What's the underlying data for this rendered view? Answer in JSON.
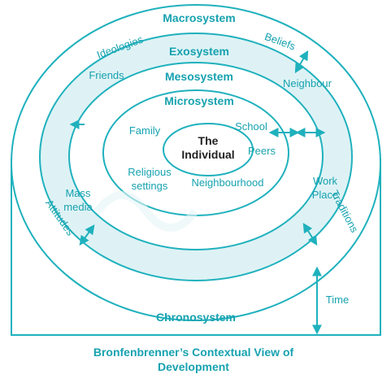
{
  "caption": {
    "line1": "Bronfenbrenner’s Contextual View of",
    "line2": "Development"
  },
  "systems": {
    "macrosystem": "Macrosystem",
    "exosystem": "Exosystem",
    "mesosystem": "Mesosystem",
    "microsystem": "Microsystem",
    "chronosystem": "Chronosystem"
  },
  "core": {
    "line1": "The",
    "line2": "Individual"
  },
  "macro_labels": {
    "ideologies": "Ideologies",
    "beliefs": "Beliefs",
    "attitudes": "Attitudes",
    "traditions": "Traditions"
  },
  "exo_labels": {
    "friends": "Friends",
    "neighbour": "Neighbour",
    "mass_line1": "Mass",
    "mass_line2": "media",
    "work_line1": "Work",
    "work_line2": "Place"
  },
  "micro_labels": {
    "family": "Family",
    "school": "School",
    "peers": "Peers",
    "religious_line1": "Religious",
    "religious_line2": "settings",
    "neighbourhood": "Neighbourhood"
  },
  "time_label": "Time",
  "colors": {
    "stroke": "#1fb1bd",
    "text": "#17a2b0",
    "exo_fill": "#def2f5",
    "core_text": "#222222"
  }
}
